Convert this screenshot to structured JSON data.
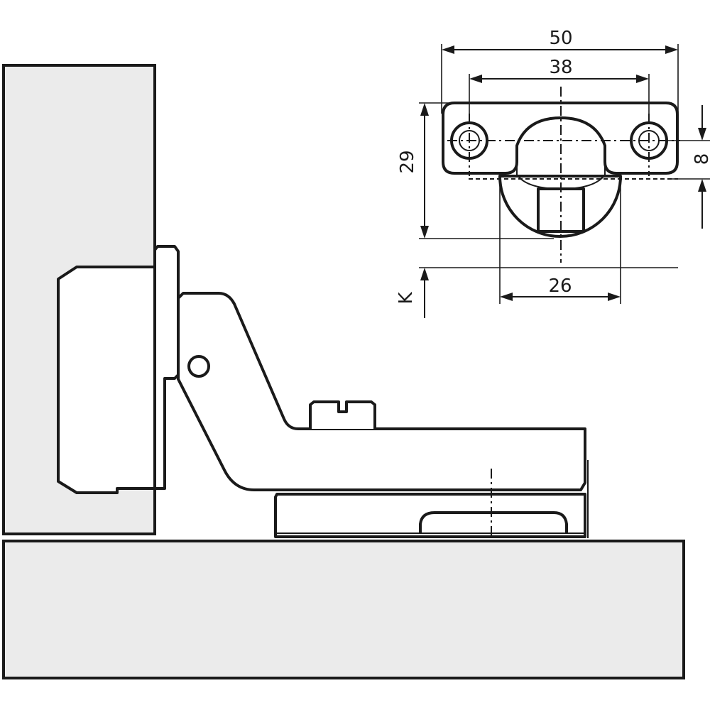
{
  "dimensions": {
    "width_outer": "50",
    "width_holes": "38",
    "height": "29",
    "hole_offset": "8",
    "cup_width": "26",
    "k_label": "K"
  },
  "colors": {
    "line": "#1a1a1a",
    "panel_fill": "#ebebeb",
    "background": "#ffffff"
  }
}
